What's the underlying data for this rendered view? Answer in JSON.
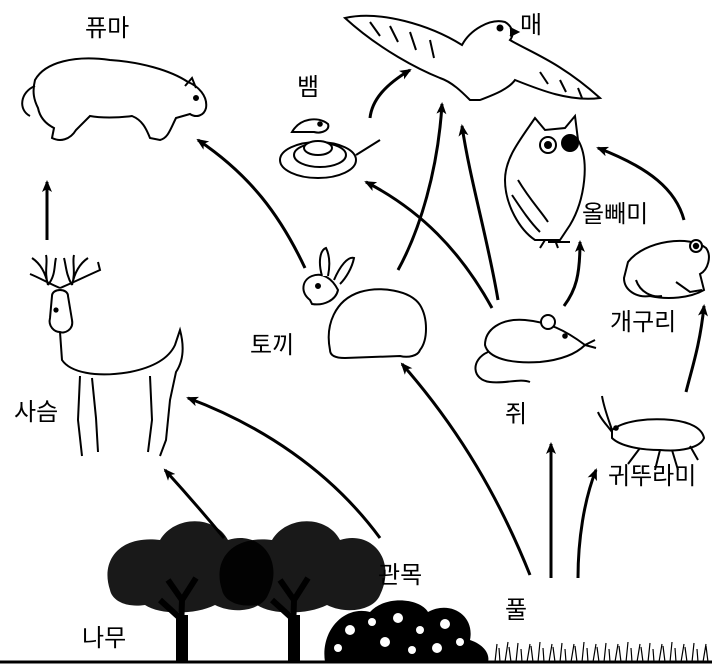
{
  "organisms": {
    "puma": "퓨마",
    "hawk": "매",
    "snake": "뱀",
    "owl": "올빼미",
    "rabbit": "토끼",
    "frog": "개구리",
    "deer": "사슴",
    "mouse": "쥐",
    "cricket": "귀뚜라미",
    "shrub": "관목",
    "grass": "풀",
    "tree": "나무"
  },
  "arrows": [
    {
      "from": "deer",
      "to": "puma"
    },
    {
      "from": "rabbit",
      "to": "puma"
    },
    {
      "from": "rabbit",
      "to": "hawk"
    },
    {
      "from": "snake",
      "to": "hawk"
    },
    {
      "from": "mouse",
      "to": "hawk"
    },
    {
      "from": "mouse",
      "to": "snake"
    },
    {
      "from": "mouse",
      "to": "owl"
    },
    {
      "from": "frog",
      "to": "owl"
    },
    {
      "from": "cricket",
      "to": "frog"
    },
    {
      "from": "tree",
      "to": "deer"
    },
    {
      "from": "shrub",
      "to": "deer"
    },
    {
      "from": "grass",
      "to": "rabbit"
    },
    {
      "from": "grass",
      "to": "mouse"
    },
    {
      "from": "grass",
      "to": "cricket"
    }
  ]
}
